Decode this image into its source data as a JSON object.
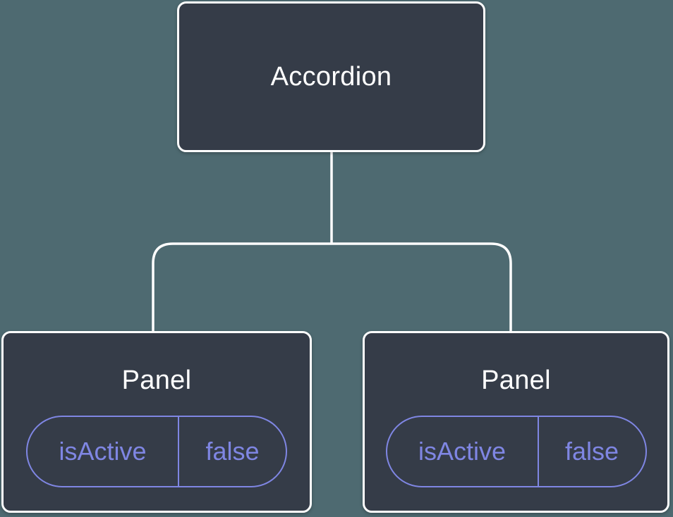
{
  "colors": {
    "background": "#4E6A71",
    "node_fill": "#353C48",
    "node_border": "#FFFFFF",
    "node_text": "#FFFFFF",
    "pill_accent": "#7F86E3"
  },
  "tree": {
    "root": {
      "label": "Accordion"
    },
    "children": [
      {
        "label": "Panel",
        "state_pill": {
          "name": "isActive",
          "value": "false"
        }
      },
      {
        "label": "Panel",
        "state_pill": {
          "name": "isActive",
          "value": "false"
        }
      }
    ]
  }
}
